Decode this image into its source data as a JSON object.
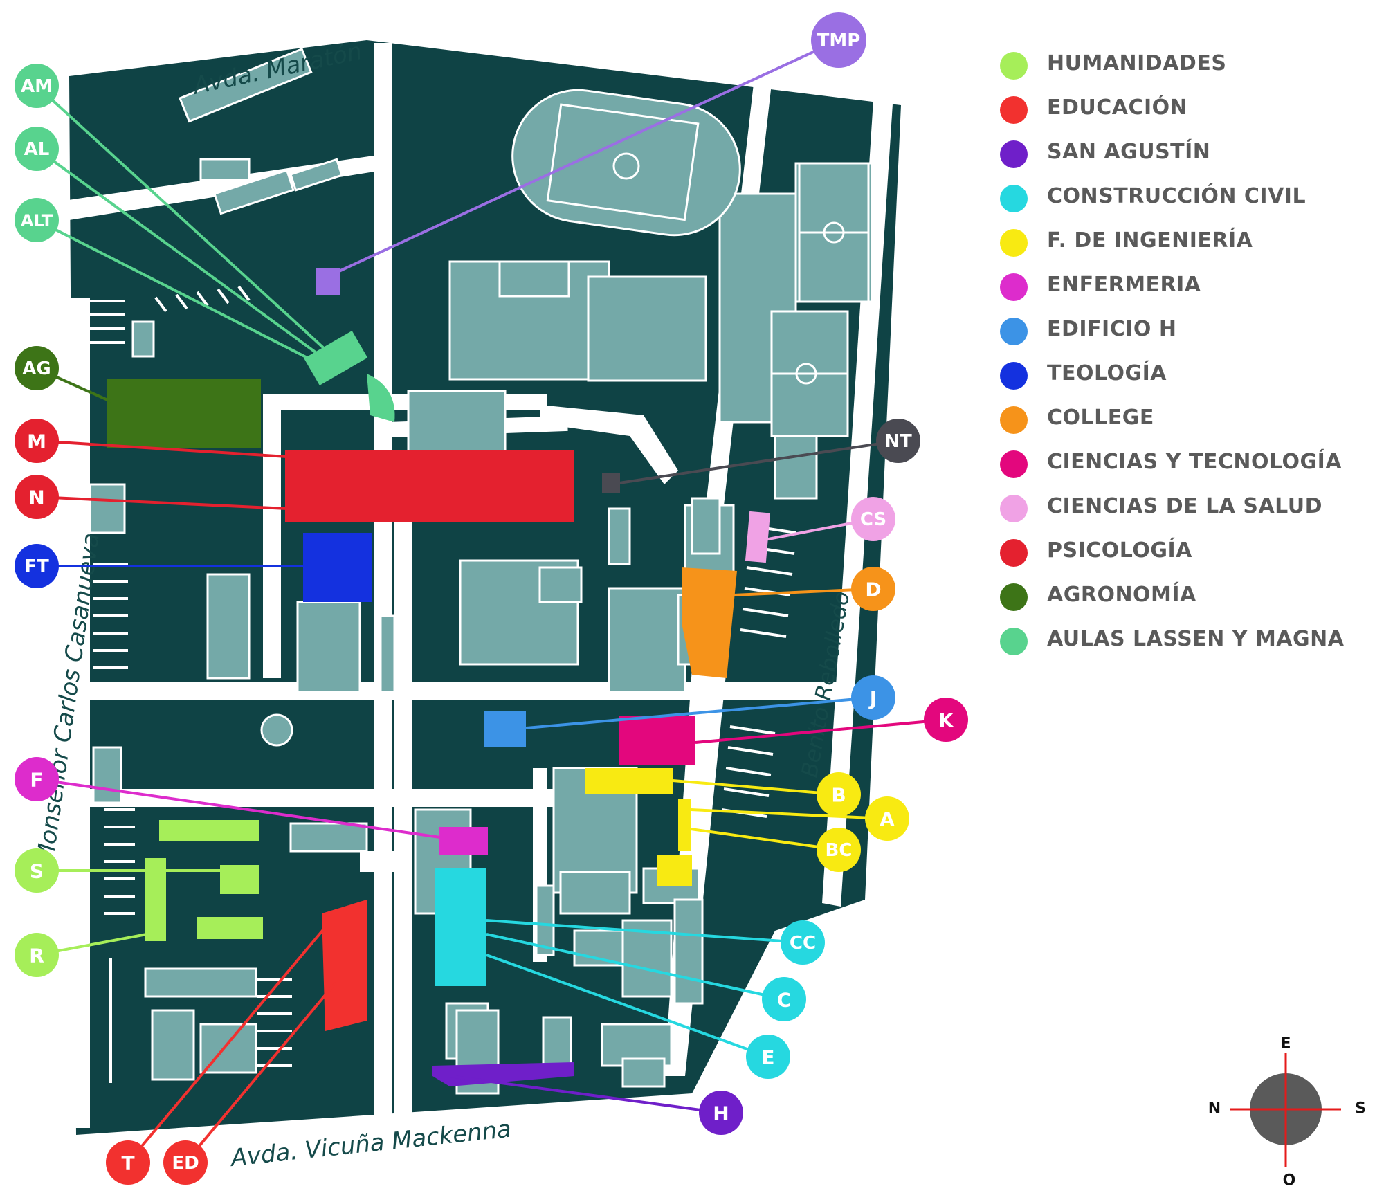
{
  "colors": {
    "campus": "#0f4345",
    "building": "#74a9a8",
    "path": "#ffffff",
    "humanidades": "#a6ee59",
    "educacion": "#f2312f",
    "san_agustin": "#6f1fc9",
    "construccion_civil": "#26d8e0",
    "ingenieria": "#f8ea12",
    "enfermeria": "#dd2ccc",
    "edificio_h": "#3c93e6",
    "teologia": "#1431df",
    "college": "#f6931a",
    "ciencias_tecnologia": "#e3077d",
    "ciencias_salud": "#f0a2e5",
    "psicologia": "#e4212f",
    "agronomia": "#3d7417",
    "aulas": "#58d38e",
    "tmp": "#9a6fe3",
    "nt": "#4a4a52",
    "compass": "#5a5a5a",
    "compass_cross": "#e51a1a",
    "legend_text": "#5a5a5a"
  },
  "legend": [
    {
      "label": "HUMANIDADES",
      "color": "#a6ee59"
    },
    {
      "label": "EDUCACIÓN",
      "color": "#f2312f"
    },
    {
      "label": "SAN AGUSTÍN",
      "color": "#6f1fc9"
    },
    {
      "label": "CONSTRUCCIÓN CIVIL",
      "color": "#26d8e0"
    },
    {
      "label": "F. DE INGENIERÍA",
      "color": "#f8ea12"
    },
    {
      "label": "ENFERMERIA",
      "color": "#dd2ccc"
    },
    {
      "label": "EDIFICIO H",
      "color": "#3c93e6"
    },
    {
      "label": "TEOLOGÍA",
      "color": "#1431df"
    },
    {
      "label": "COLLEGE",
      "color": "#f6931a"
    },
    {
      "label": "CIENCIAS Y TECNOLOGÍA",
      "color": "#e3077d"
    },
    {
      "label": "CIENCIAS DE LA SALUD",
      "color": "#f0a2e5"
    },
    {
      "label": "PSICOLOGÍA",
      "color": "#e4212f"
    },
    {
      "label": "AGRONOMÍA",
      "color": "#3d7417"
    },
    {
      "label": "AULAS LASSEN Y MAGNA",
      "color": "#58d38e"
    }
  ],
  "streets": {
    "north": "Avda. Maratón",
    "south": "Avda. Vicuña Mackenna",
    "east": "Benito Rebolledo",
    "west": "Monseñor Carlos Casanueva"
  },
  "badges": [
    {
      "id": "AM",
      "label": "AM",
      "color": "#58d38e"
    },
    {
      "id": "AL",
      "label": "AL",
      "color": "#58d38e"
    },
    {
      "id": "ALT",
      "label": "ALT",
      "color": "#58d38e"
    },
    {
      "id": "AG",
      "label": "AG",
      "color": "#3d7417"
    },
    {
      "id": "M",
      "label": "M",
      "color": "#e4212f"
    },
    {
      "id": "N",
      "label": "N",
      "color": "#e4212f"
    },
    {
      "id": "FT",
      "label": "FT",
      "color": "#1431df"
    },
    {
      "id": "F",
      "label": "F",
      "color": "#dd2ccc"
    },
    {
      "id": "S",
      "label": "S",
      "color": "#a6ee59"
    },
    {
      "id": "R",
      "label": "R",
      "color": "#a6ee59"
    },
    {
      "id": "T",
      "label": "T",
      "color": "#f2312f"
    },
    {
      "id": "ED",
      "label": "ED",
      "color": "#f2312f"
    },
    {
      "id": "TMP",
      "label": "TMP",
      "color": "#9a6fe3"
    },
    {
      "id": "NT",
      "label": "NT",
      "color": "#4a4a52"
    },
    {
      "id": "CS",
      "label": "CS",
      "color": "#f0a2e5"
    },
    {
      "id": "D",
      "label": "D",
      "color": "#f6931a"
    },
    {
      "id": "J",
      "label": "J",
      "color": "#3c93e6"
    },
    {
      "id": "K",
      "label": "K",
      "color": "#e3077d"
    },
    {
      "id": "B",
      "label": "B",
      "color": "#f8ea12"
    },
    {
      "id": "A",
      "label": "A",
      "color": "#f8ea12"
    },
    {
      "id": "BC",
      "label": "BC",
      "color": "#f8ea12"
    },
    {
      "id": "CC",
      "label": "CC",
      "color": "#26d8e0"
    },
    {
      "id": "C",
      "label": "C",
      "color": "#26d8e0"
    },
    {
      "id": "E",
      "label": "E",
      "color": "#26d8e0"
    },
    {
      "id": "H",
      "label": "H",
      "color": "#6f1fc9"
    }
  ],
  "compass": {
    "north": "N",
    "south": "S",
    "east": "E",
    "west": "O"
  }
}
